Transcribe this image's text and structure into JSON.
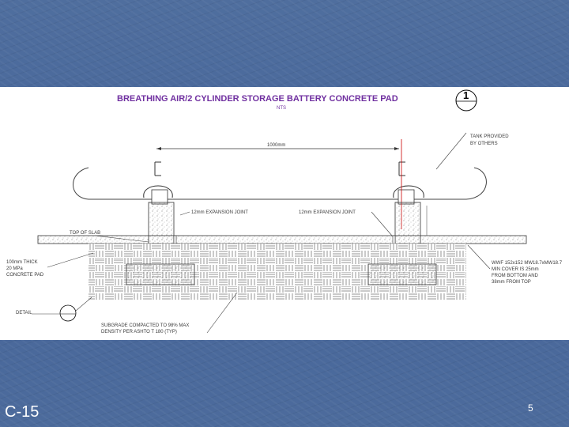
{
  "slide": {
    "code": "C-15",
    "page_number": "5"
  },
  "drawing": {
    "title": "BREATHING AIR/2 CYLINDER STORAGE BATTERY CONCRETE PAD",
    "subtitle": "NTS",
    "detail_bubble": {
      "number": "1",
      "sheet": ""
    },
    "dimension_label": "1000mm",
    "notes": {
      "tank": [
        "TANK PROVIDED",
        "BY OTHERS"
      ],
      "joint_left": "12mm EXPANSION JOINT",
      "joint_right": "12mm EXPANSION JOINT",
      "edge": "TOP OF SLAB",
      "pad": [
        "100mm THICK",
        "20 MPa",
        "CONCRETE PAD"
      ],
      "detail_ref": "DETAIL",
      "subgrade": [
        "SUBGRADE COMPACTED TO 98% MAX",
        "DENSITY PER ASHTO T 180 (TYP)"
      ],
      "mesh": [
        "WWF 152x152 MW18.7xMW18.7",
        "MIN COVER IS 25mm",
        "FROM BOTTOM AND",
        "38mm FROM TOP"
      ]
    }
  }
}
